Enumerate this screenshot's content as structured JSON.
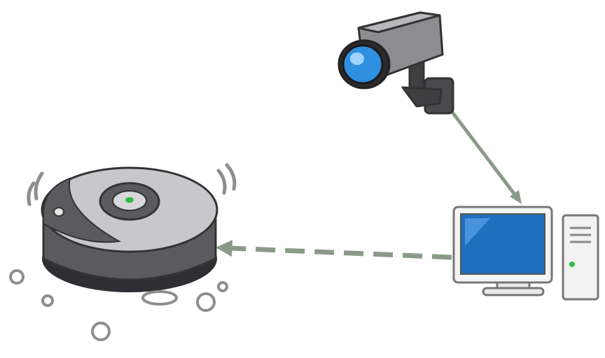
{
  "diagram": {
    "nodes": [
      {
        "id": "camera",
        "icon": "security-camera-icon"
      },
      {
        "id": "computer",
        "icon": "desktop-computer-icon"
      },
      {
        "id": "robot",
        "icon": "robot-vacuum-icon"
      }
    ],
    "edges": [
      {
        "from": "camera",
        "to": "computer",
        "style": "solid"
      },
      {
        "from": "computer",
        "to": "robot",
        "style": "dashed"
      }
    ],
    "debris_count": 6
  },
  "colors": {
    "arrow": "#8a9a88",
    "screen": "#1f6fbf",
    "lens": "#2f8fe0",
    "robot_body": "#5a5a5f",
    "robot_top": "#c8c8cc",
    "status_light": "#2fbf3f",
    "outline": "#555555"
  }
}
